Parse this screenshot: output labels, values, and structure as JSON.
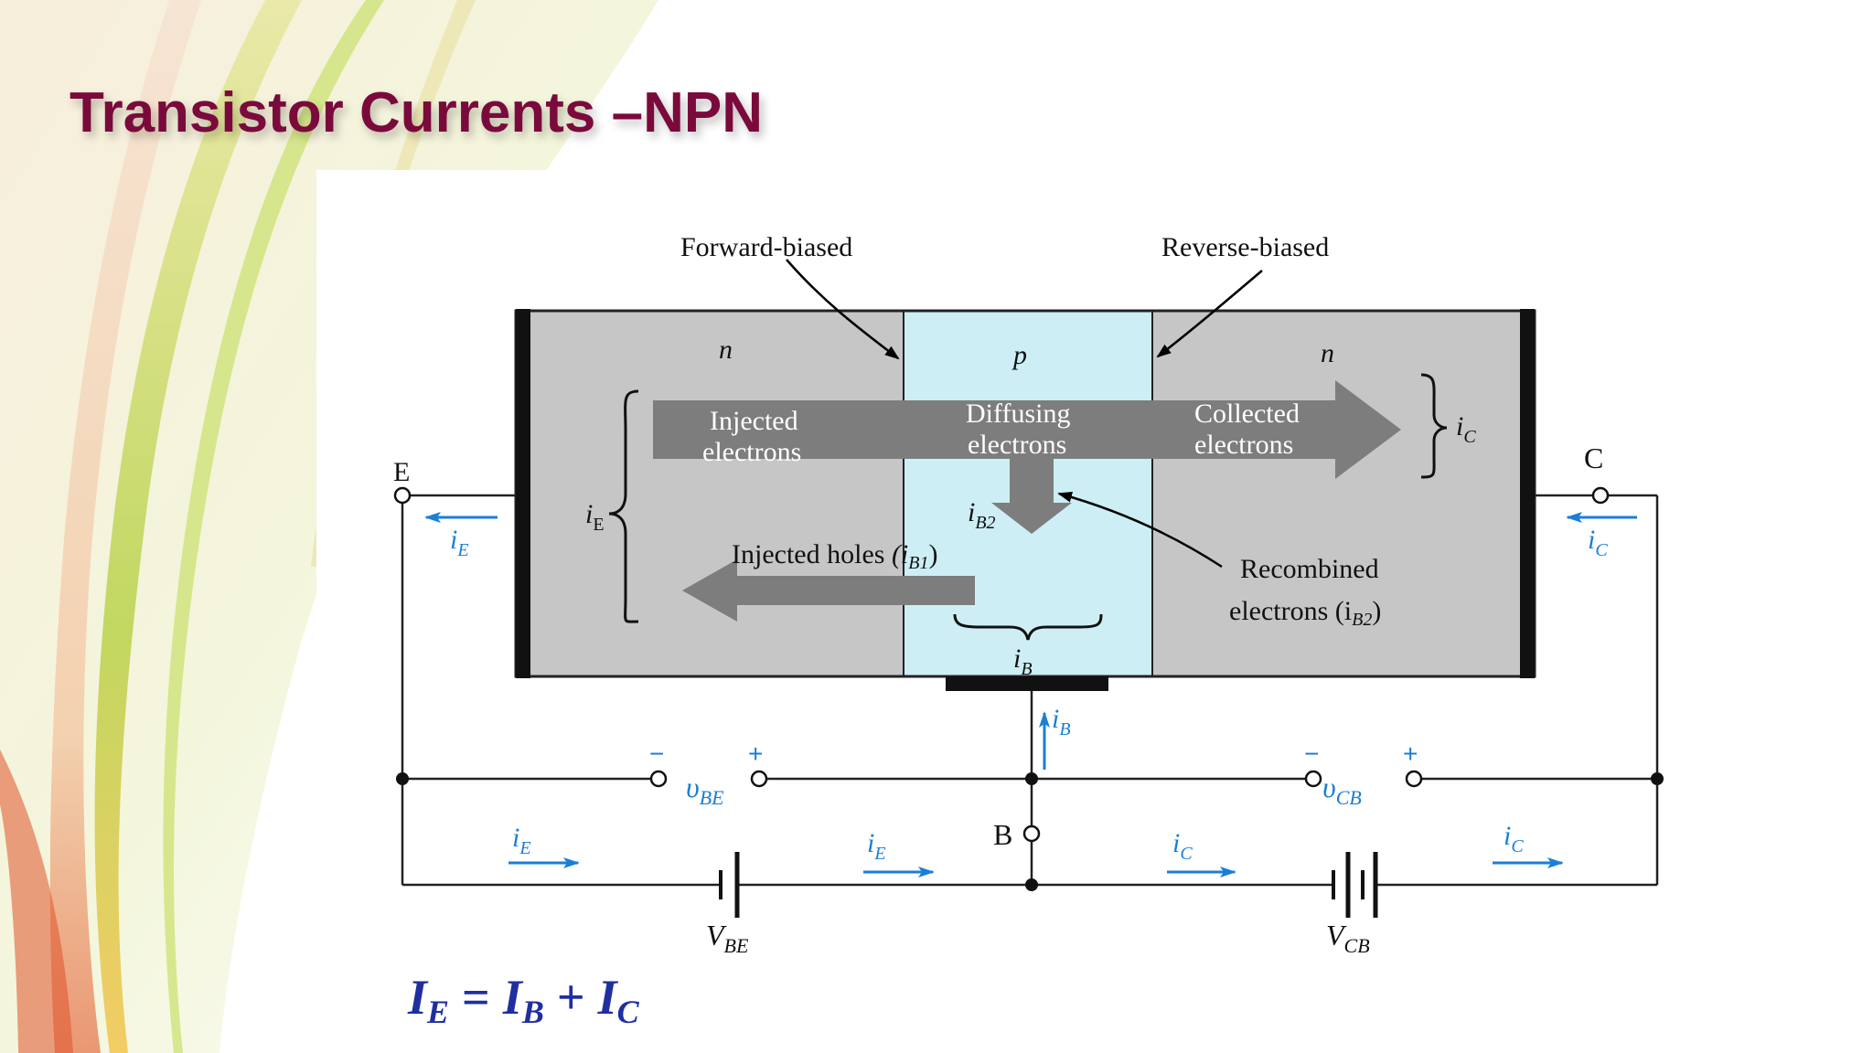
{
  "slide": {
    "title": "Transistor Currents –NPN"
  },
  "diagram": {
    "junction_labels": {
      "forward": "Forward-biased",
      "reverse": "Reverse-biased"
    },
    "regions": {
      "emitter": "n",
      "base": "p",
      "collector": "n"
    },
    "flows": {
      "injected_line1": "Injected",
      "injected_line2": "electrons",
      "diffusing_line1": "Diffusing",
      "diffusing_line2": "electrons",
      "collected_line1": "Collected",
      "collected_line2": "electrons",
      "injected_holes": "Injected holes",
      "injected_holes_sub": "(i",
      "injected_holes_subscript": "B1",
      "injected_holes_close": ")",
      "recombined_line1": "Recombined",
      "recombined_line2": "electrons (i",
      "recombined_subscript": "B2",
      "recombined_close": ")"
    },
    "terminals": {
      "emitter": "E",
      "collector": "C",
      "base": "B"
    },
    "currents": {
      "i": "i",
      "E": "E",
      "C": "C",
      "B": "B",
      "B2": "B2"
    },
    "voltages": {
      "v": "υ",
      "BE": "BE",
      "CB": "CB",
      "V": "V",
      "minus": "−",
      "plus": "+"
    },
    "colors": {
      "current_arrow": "#1a7fd6",
      "base_region": "#cdeef5",
      "semiconductor": "#c6c6c6",
      "flow_arrow": "#7d7d7d",
      "title": "#7a0a3c",
      "equation": "#1f2fa0"
    }
  },
  "equation": {
    "I": "I",
    "E": "E",
    "B": "B",
    "C": "C",
    "equals": "=",
    "plus": "+"
  }
}
